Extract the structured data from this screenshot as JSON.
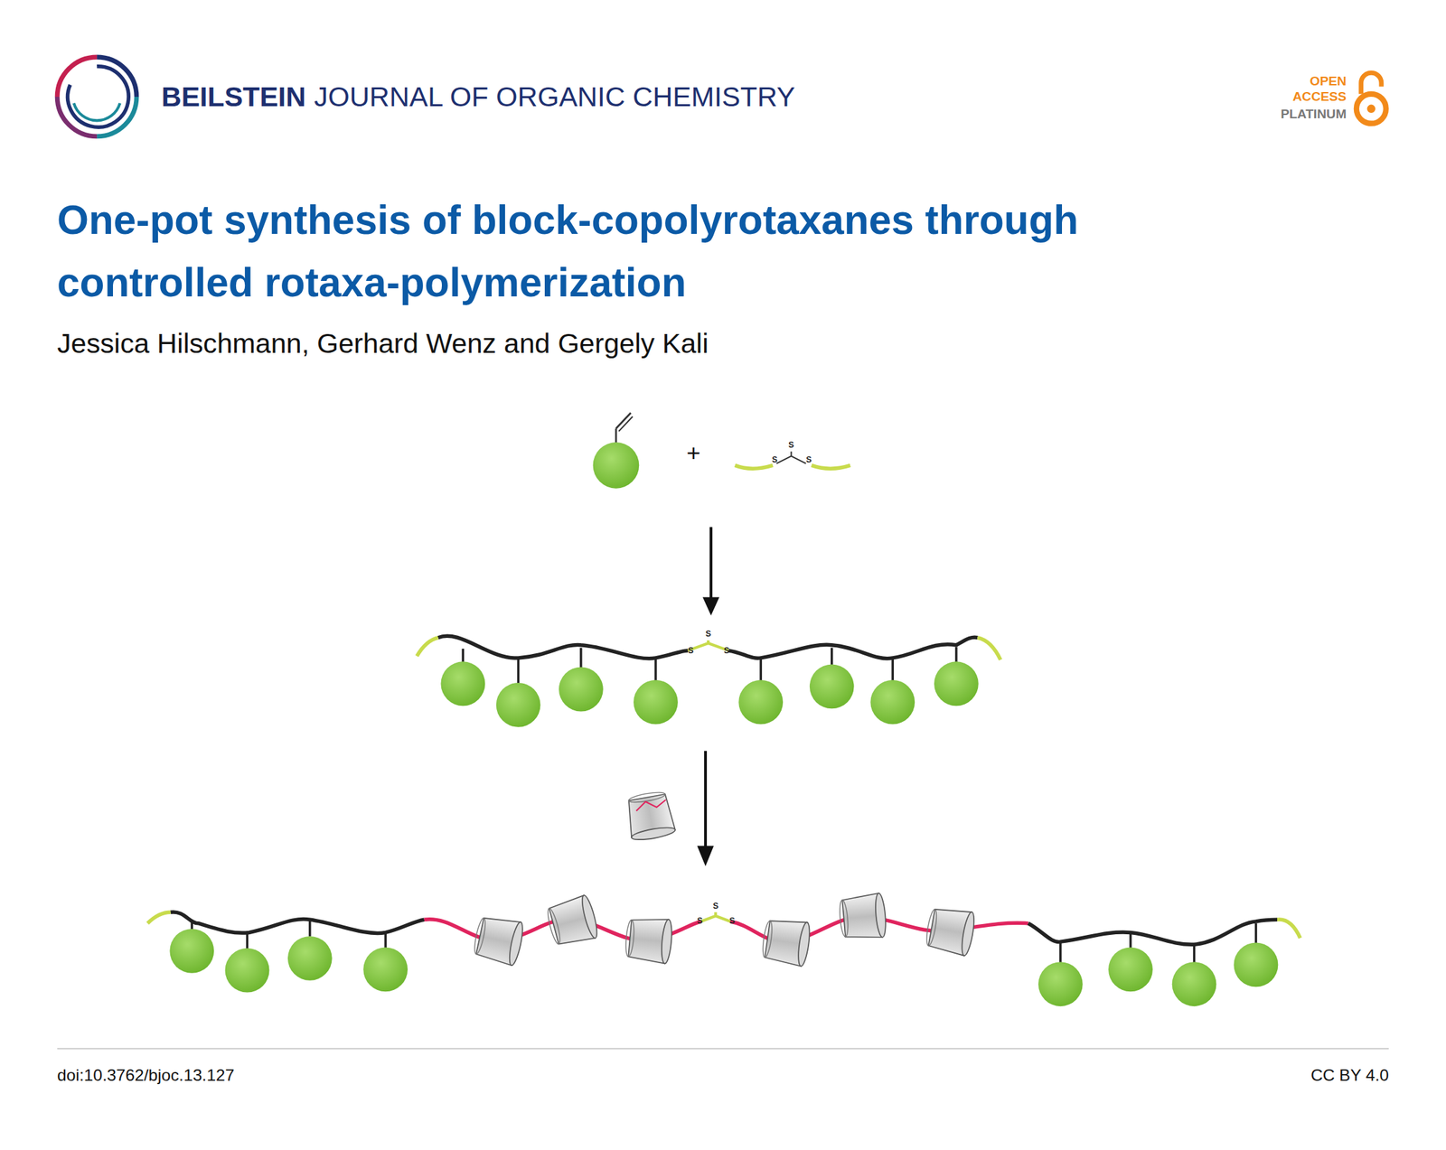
{
  "diagram": {
    "title": "One-pot synthesis of block-copolyrotaxanes through controlled rotaxa-polymerization",
    "labels": [
      "BEILSTEIN",
      "JOURNAL OF ORGANIC CHEMISTRY",
      "OPEN",
      "ACCESS",
      "PLATINUM",
      "Jessica Hilschmann, Gerhard Wenz and Gergely Kali",
      "+",
      "S",
      "S",
      "S",
      "S",
      "S",
      "S",
      "S",
      "S",
      "S",
      "doi:10.3762/bjoc.13.127",
      "CC BY 4.0"
    ]
  }
}
